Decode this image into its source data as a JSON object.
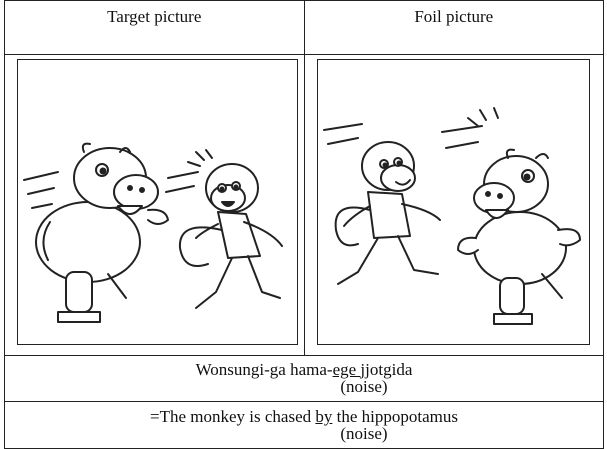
{
  "table": {
    "headers": [
      "Target picture",
      "Foil picture"
    ],
    "sentence": {
      "pre": "Wonsungi-ga hama-",
      "underlined": "ege ",
      "post": "jjotgida",
      "noise": "(noise)"
    },
    "translation": {
      "pre": "=The monkey is chased ",
      "underlined": "by",
      "post": " the hippopotamus",
      "noise": "(noise)"
    }
  },
  "pictures": {
    "target": {
      "scene": "hippo-chasing-monkey",
      "chaser": "hippo",
      "chased": "monkey"
    },
    "foil": {
      "scene": "monkey-chasing-hippo",
      "chaser": "monkey",
      "chased": "hippo"
    }
  },
  "colors": {
    "ink": "#222222",
    "paper": "#ffffff"
  }
}
